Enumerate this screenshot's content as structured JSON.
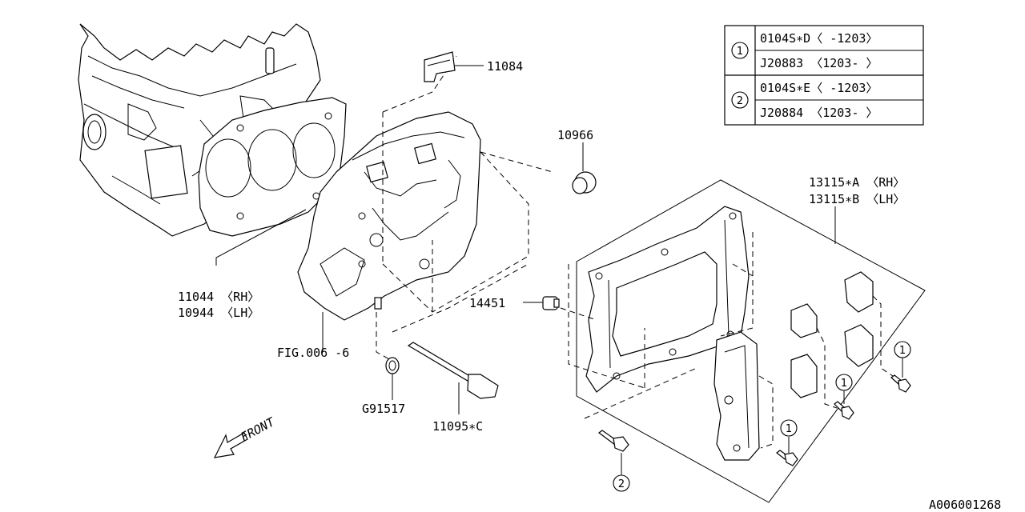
{
  "table": {
    "rows": [
      {
        "ref": "1",
        "lines": [
          "0104S∗D〈 -1203〉",
          "J20883 〈1203- 〉"
        ]
      },
      {
        "ref": "2",
        "lines": [
          "0104S∗E〈 -1203〉",
          "J20884 〈1203- 〉"
        ]
      }
    ]
  },
  "labels": {
    "p11084": "11084",
    "p10966": "10966",
    "p13115a": "13115∗A 〈RH〉",
    "p13115b": "13115∗B 〈LH〉",
    "p11044": "11044 〈RH〉",
    "p10944": "10944 〈LH〉",
    "p14451": "14451",
    "fig": "FIG.006 -6",
    "g91517": "G91517",
    "p11095": "11095∗C",
    "front": "FRONT",
    "code": "A006001268"
  },
  "callouts": [
    "1",
    "1",
    "1",
    "2"
  ]
}
